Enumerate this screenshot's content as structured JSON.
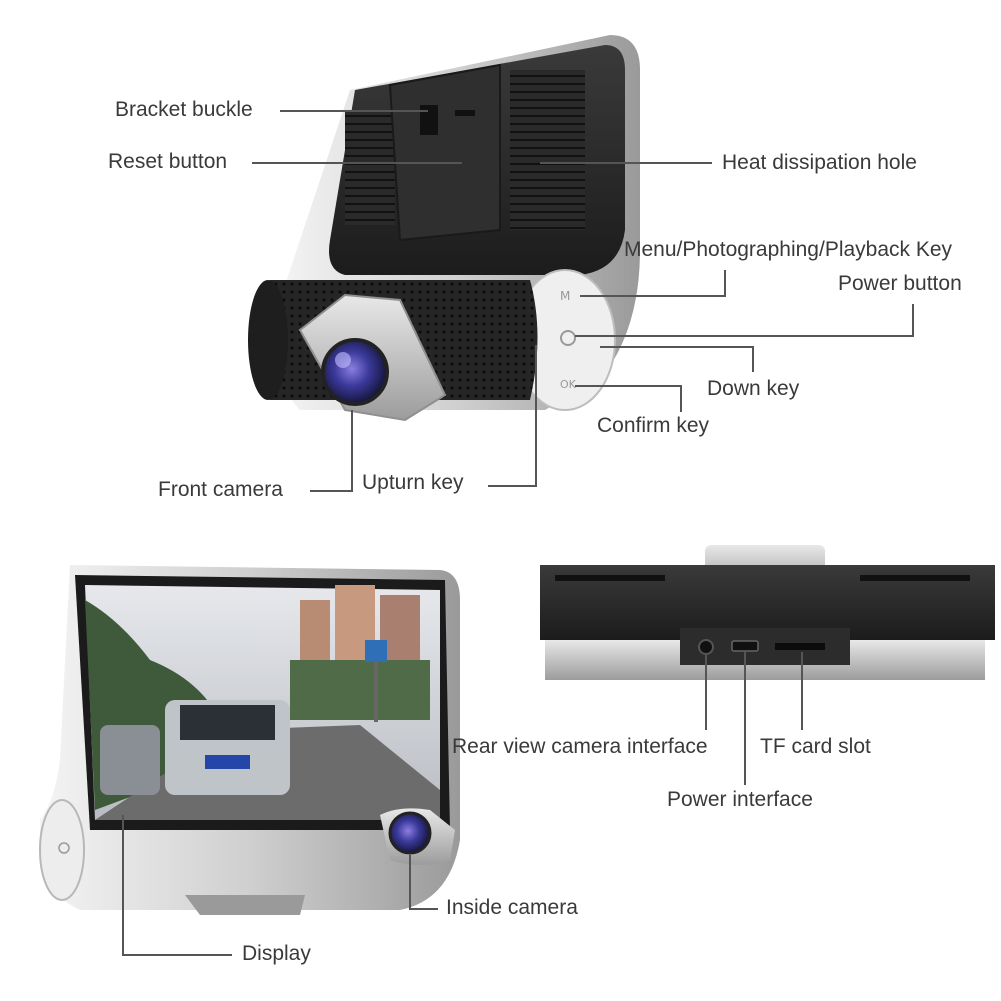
{
  "labels": {
    "bracket_buckle": "Bracket buckle",
    "reset_button": "Reset button",
    "heat_dissipation_hole": "Heat dissipation hole",
    "menu_key": "Menu/Photographing/Playback Key",
    "power_button": "Power button",
    "down_key": "Down key",
    "confirm_key": "Confirm key",
    "front_camera": "Front camera",
    "upturn_key": "Upturn key",
    "rear_view_camera_interface": "Rear view camera interface",
    "tf_card_slot": "TF card slot",
    "power_interface": "Power interface",
    "inside_camera": "Inside camera",
    "display": "Display"
  },
  "colors": {
    "label_text": "#3a3a3a",
    "leader_line": "#555555",
    "device_body": "#2b2b2b",
    "silver_trim": "#c9c9c9",
    "lens_blue": "#3b3a9c"
  }
}
